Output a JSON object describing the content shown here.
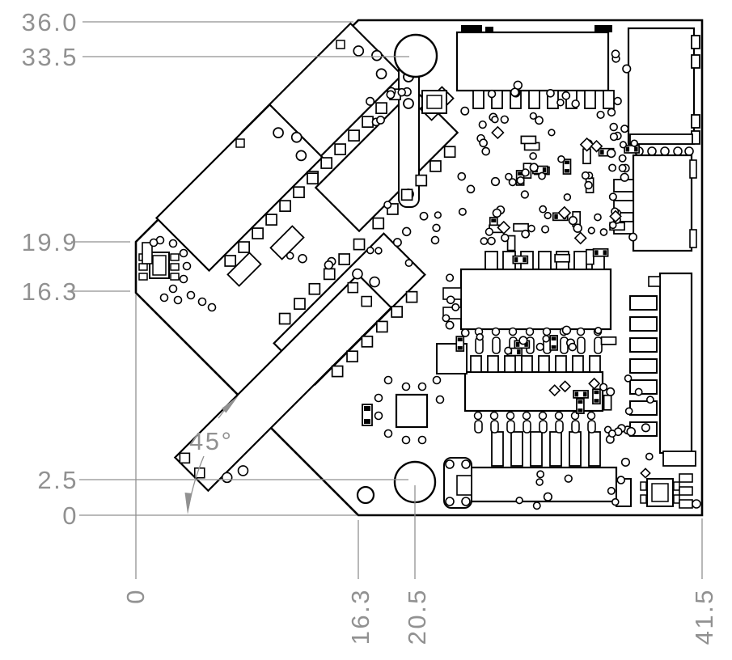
{
  "drawing": {
    "type": "pcb-dimension-drawing",
    "dimensions": {
      "left": [
        "36.0",
        "33.5",
        "19.9",
        "16.3",
        "2.5",
        "0"
      ],
      "bottom": [
        "0",
        "16.3",
        "20.5",
        "41.5"
      ],
      "angle": "45°"
    },
    "colors": {
      "line": "#000000",
      "dimension": "#919191",
      "background": "#ffffff"
    }
  }
}
